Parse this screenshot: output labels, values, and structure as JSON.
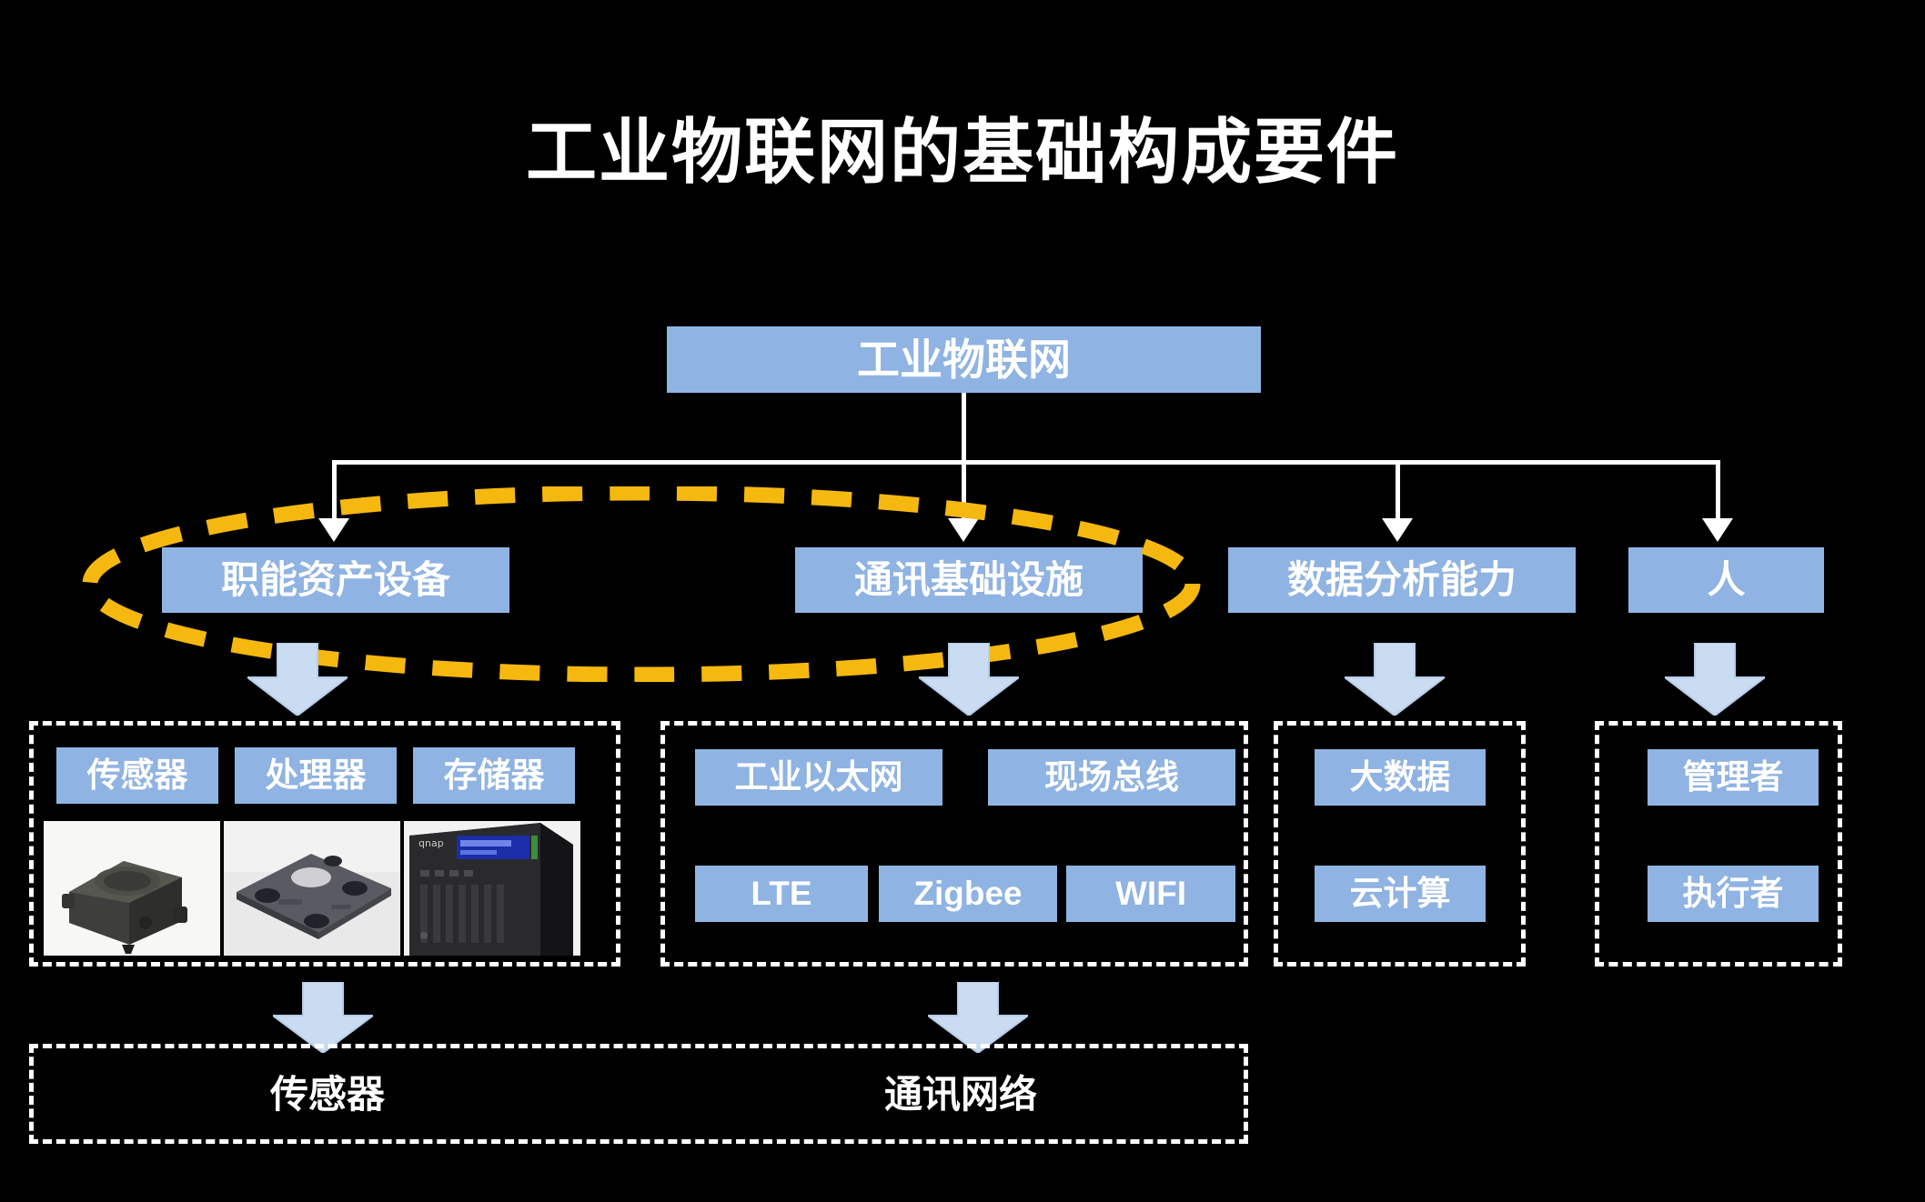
{
  "slide": {
    "title": "工业物联网的基础构成要件",
    "background_color": "#000000",
    "box_fill_color": "#8FB4E3",
    "box_text_color": "#FFFFFF",
    "connector_color": "#FFFFFF",
    "block_arrow_fill": "#C9DCF2",
    "highlight_ellipse_color": "#F5B80F"
  },
  "root": {
    "label": "工业物联网"
  },
  "pillars": [
    {
      "label": "职能资产设备"
    },
    {
      "label": "通讯基础设施"
    },
    {
      "label": "数据分析能力"
    },
    {
      "label": "人"
    }
  ],
  "groups": [
    {
      "name": "smart-asset-equipment-group",
      "items": [
        "传感器",
        "处理器",
        "存储器"
      ],
      "photos": [
        {
          "caption_for": "传感器",
          "alt": "sensor-device-photo"
        },
        {
          "caption_for": "处理器",
          "alt": "processor-board-photo"
        },
        {
          "caption_for": "存储器",
          "alt": "storage-server-photo"
        }
      ]
    },
    {
      "name": "communication-infrastructure-group",
      "row1": [
        "工业以太网",
        "现场总线"
      ],
      "row2": [
        "LTE",
        "Zigbee",
        "WIFI"
      ]
    },
    {
      "name": "data-analytics-group",
      "items": [
        "大数据",
        "云计算"
      ]
    },
    {
      "name": "people-group",
      "items": [
        "管理者",
        "执行者"
      ]
    }
  ],
  "footer": {
    "left_label": "传感器",
    "right_label": "通讯网络"
  }
}
